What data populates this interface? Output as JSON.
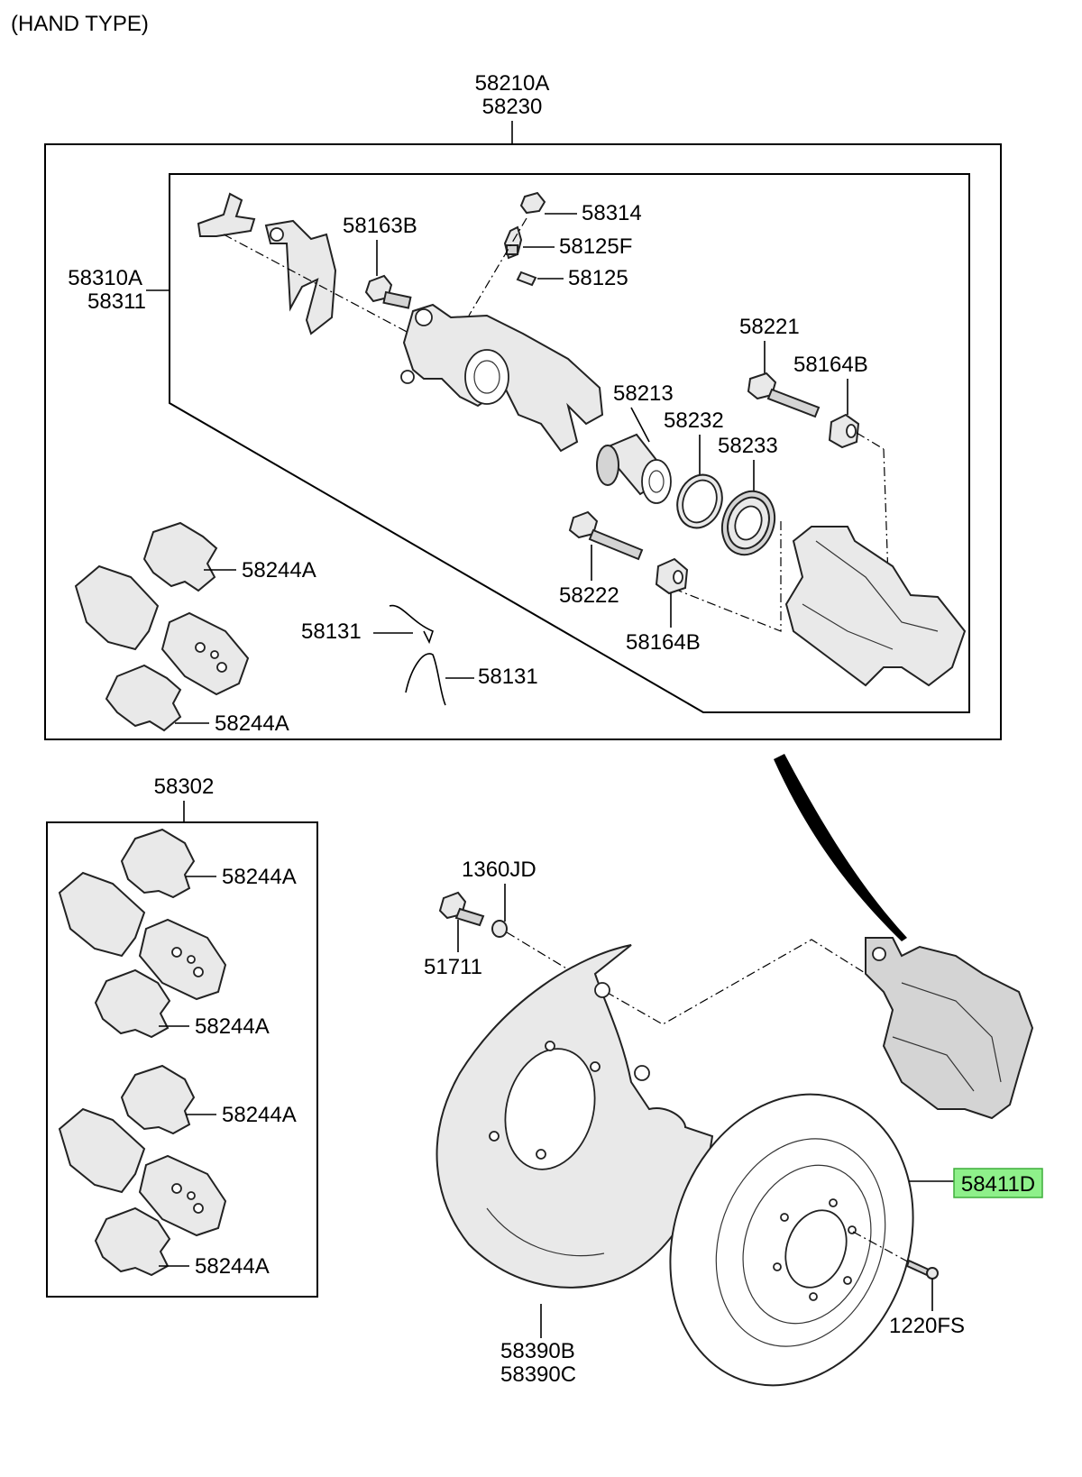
{
  "diagram": {
    "title": "(HAND TYPE)",
    "highlight_color": "#8ef08a",
    "labels": {
      "caliper_assy_a": "58210A",
      "caliper_assy_b": "58230",
      "caliper_body_a": "58310A",
      "caliper_body_b": "58311",
      "bolt_58163b": "58163B",
      "cap_58314": "58314",
      "bleeder_58125f": "58125F",
      "cap_58125": "58125",
      "pin_58221": "58221",
      "boot_58164b_upper": "58164B",
      "piston_58213": "58213",
      "seal_58232": "58232",
      "boot_58233": "58233",
      "pin_58222": "58222",
      "boot_58164b_lower": "58164B",
      "spring_58131_upper": "58131",
      "spring_58131_lower": "58131",
      "clip_58244a_1": "58244A",
      "clip_58244a_2": "58244A",
      "pad_kit": "58302",
      "clip_58244a_3": "58244A",
      "clip_58244a_4": "58244A",
      "clip_58244a_5": "58244A",
      "clip_58244a_6": "58244A",
      "washer_1360jd": "1360JD",
      "bolt_51711": "51711",
      "cover_a": "58390B",
      "cover_b": "58390C",
      "disc_58411d": "58411D",
      "screw_1220fs": "1220FS"
    }
  }
}
